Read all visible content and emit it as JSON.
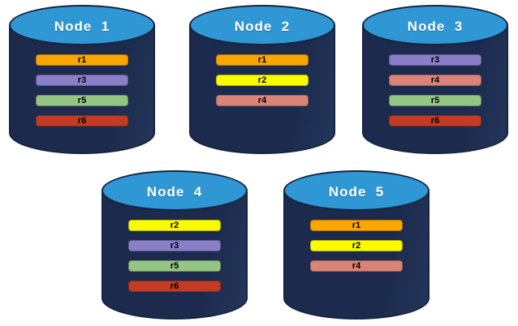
{
  "diagram": {
    "kind": "database-replica-distribution",
    "node_count": 5
  },
  "colors": {
    "page_bg": "#FFFFFF",
    "cylinder_body": "#1C2B4D",
    "cylinder_body_light": "#24365C",
    "cylinder_outline": "#152440",
    "cylinder_top": "#2F97D4",
    "title_text": "#FFFFFF",
    "bar_text": "#000000",
    "replica_palette": {
      "r1": "#F9A602",
      "r2": "#FAFA00",
      "r3": "#8B7EC8",
      "r4": "#D98476",
      "r5": "#94C583",
      "r6": "#C23B22"
    }
  },
  "nodes": [
    {
      "id": "node-1",
      "title": "Node  1",
      "replicas": [
        "r1",
        "r3",
        "r5",
        "r6"
      ]
    },
    {
      "id": "node-2",
      "title": "Node  2",
      "replicas": [
        "r1",
        "r2",
        "r4"
      ]
    },
    {
      "id": "node-3",
      "title": "Node  3",
      "replicas": [
        "r3",
        "r4",
        "r5",
        "r6"
      ]
    },
    {
      "id": "node-4",
      "title": "Node  4",
      "replicas": [
        "r2",
        "r3",
        "r5",
        "r6"
      ]
    },
    {
      "id": "node-5",
      "title": "Node  5",
      "replicas": [
        "r1",
        "r2",
        "r4"
      ]
    }
  ]
}
